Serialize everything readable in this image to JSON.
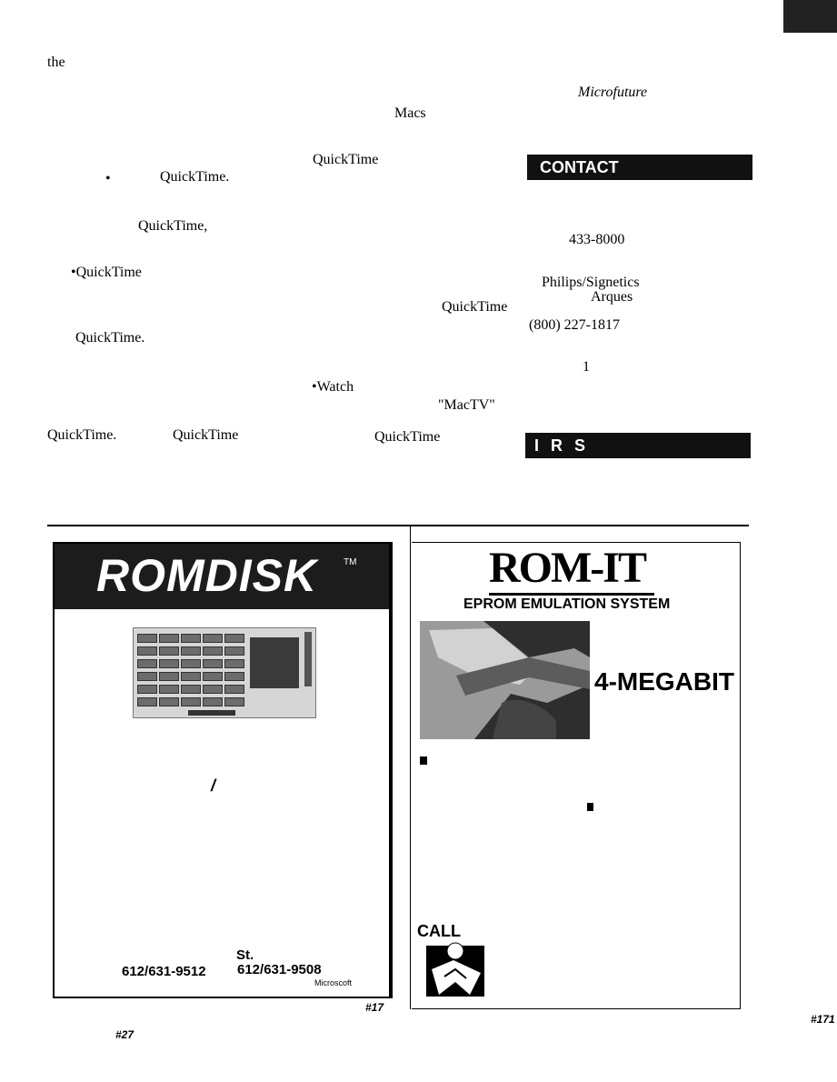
{
  "article": {
    "fragments": {
      "f_the": "the",
      "f_microfuture": "Microfuture",
      "f_macs": "Macs",
      "f_qt1": "QuickTime",
      "f_bullet1": "•",
      "f_qt2": "QuickTime.",
      "f_qt3": "QuickTime,",
      "f_qt4": "•QuickTime",
      "f_qt5": "QuickTime",
      "f_qt6": "QuickTime.",
      "f_watch": "•Watch",
      "f_mactv": "\"MacTV\"",
      "f_qt7": "QuickTime.",
      "f_qt8": "QuickTime",
      "f_qt9": "QuickTime"
    }
  },
  "sidebar": {
    "contact_heading": "CONTACT",
    "phone1": "433-8000",
    "company": "Philips/Signetics",
    "city": "Arques",
    "phone2": "(800) 227-1817",
    "item1": "1",
    "irs_heading": "I R S"
  },
  "ad_left": {
    "logo": "ROMDISK",
    "tm": "TM",
    "slash": "/",
    "street": "St.",
    "phone_a": "612/631-9512",
    "phone_b": "612/631-9508",
    "trademark_note": "Microscoft",
    "reader_service_a": "#17",
    "reader_service_b": "#27"
  },
  "ad_right": {
    "logo": "ROM-IT",
    "subtitle": "EPROM EMULATION SYSTEM",
    "capacity": "4-MEGABIT",
    "call": "CALL",
    "reader_service": "#171"
  }
}
